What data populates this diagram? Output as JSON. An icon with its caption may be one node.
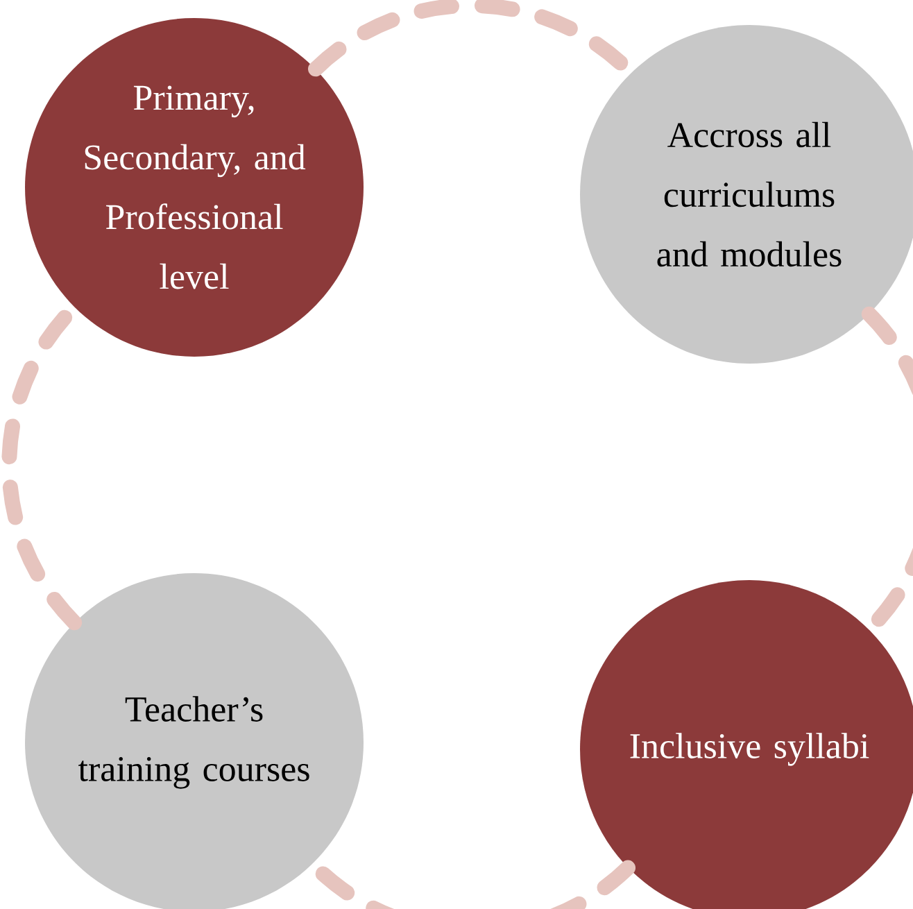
{
  "diagram": {
    "nodes": [
      {
        "text": [
          "Primary, Secondary, and Professional level"
        ]
      },
      {
        "text": [
          "Accross all curriculums and modules"
        ]
      },
      {
        "text": [
          "Teacher’s training courses"
        ]
      },
      {
        "text": [
          "Inclusive syllabi"
        ]
      }
    ],
    "edges": [
      {
        "from": 0,
        "to": 1,
        "arrow": "none",
        "style": "dashed"
      },
      {
        "from": 1,
        "to": 3,
        "arrow": "none",
        "style": "dashed"
      },
      {
        "from": 3,
        "to": 2,
        "arrow": "none",
        "style": "dashed"
      },
      {
        "from": 2,
        "to": 0,
        "arrow": "none",
        "style": "dashed"
      }
    ]
  }
}
